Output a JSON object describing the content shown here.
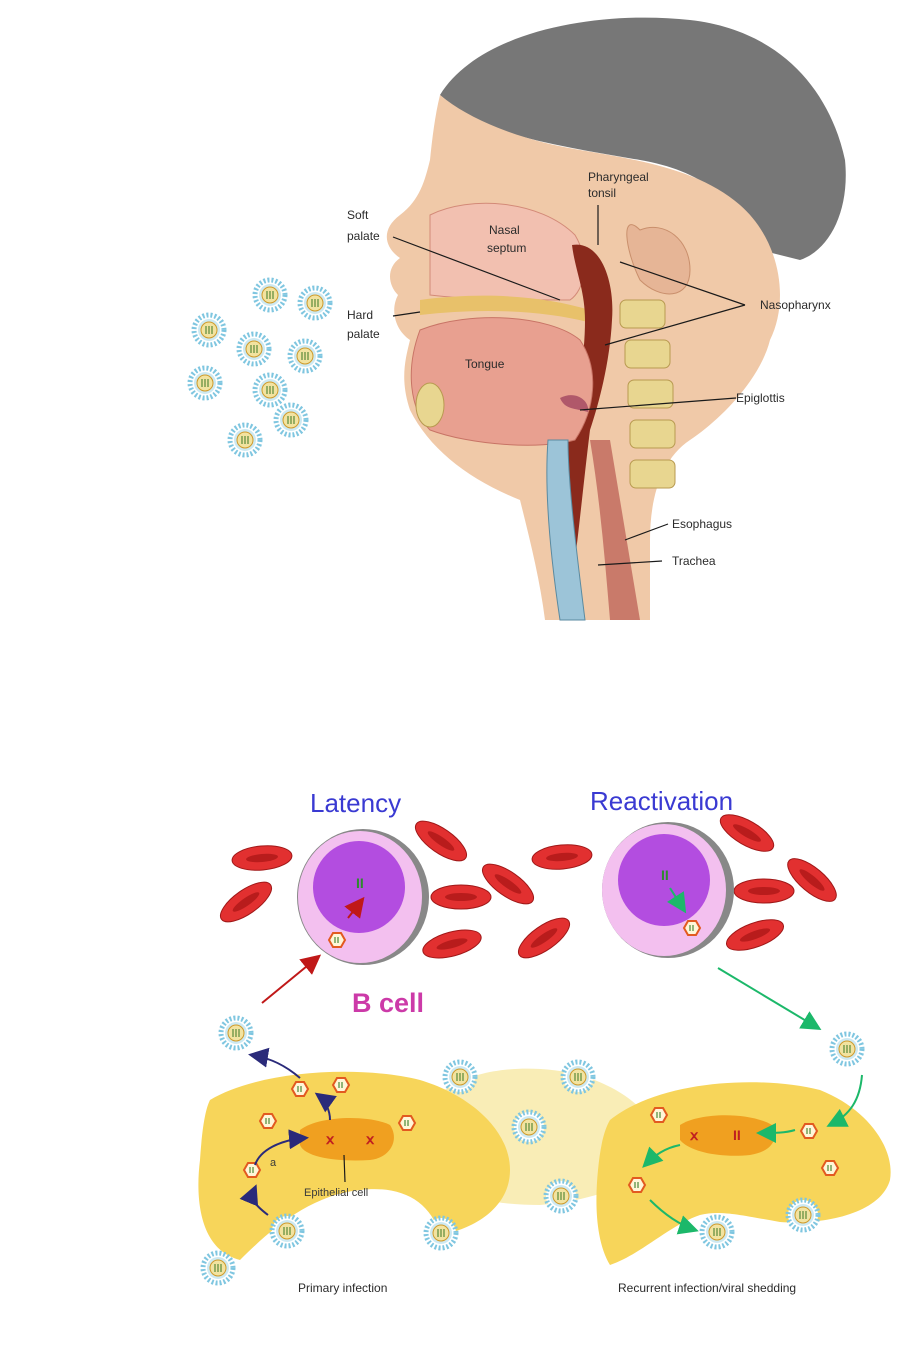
{
  "anatomy_labels": {
    "pharyngeal_tonsil": [
      "Pharyngeal",
      "tonsil"
    ],
    "soft_palate": [
      "Soft",
      "palate"
    ],
    "nasal_septum": [
      "Nasal",
      "septum"
    ],
    "hard_palate": [
      "Hard",
      "palate"
    ],
    "nasopharynx": "Nasopharynx",
    "tongue": "Tongue",
    "epiglottis": "Epiglottis",
    "esophagus": "Esophagus",
    "trachea": "Trachea"
  },
  "cycle_labels": {
    "latency": "Latency",
    "reactivation": "Reactivation",
    "b_cell": "B cell",
    "epithelial_cell": "Epithelial cell",
    "primary_infection": "Primary infection",
    "recurrent_infection": "Recurrent infection/viral shedding",
    "marker_a": "a"
  },
  "gene_marks": {
    "latent_episome": "II",
    "lytic_genome": "II"
  },
  "colors": {
    "virus_outer": "#7fc6e0",
    "virus_shell": "#f2e3a0",
    "virus_core": "#e0b040",
    "rbc": "#e23030",
    "bcell_cytoplasm": "#f3c0ef",
    "bcell_nucleus": "#b34de0",
    "epithelial": "#f7d55a",
    "epithelial_nucleus": "#f0a020",
    "arrow_latency": "#c01818",
    "arrow_reactivation": "#1cb86a",
    "arrow_primary": "#2a2a7a",
    "title_blue": "#3a3ad2",
    "title_pink": "#cc3aa8"
  }
}
